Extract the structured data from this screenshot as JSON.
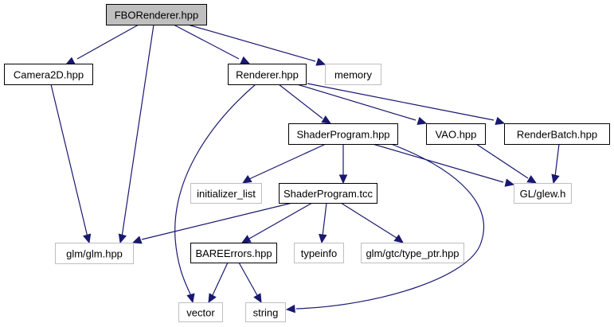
{
  "graph": {
    "edge_color": "#191970",
    "root_fill": "#bfbfbf",
    "nodes": [
      {
        "id": "fbo",
        "label": "FBORenderer.hpp",
        "kind": "root"
      },
      {
        "id": "cam",
        "label": "Camera2D.hpp",
        "kind": "documented"
      },
      {
        "id": "ren",
        "label": "Renderer.hpp",
        "kind": "documented"
      },
      {
        "id": "mem",
        "label": "memory",
        "kind": "external"
      },
      {
        "id": "sph",
        "label": "ShaderProgram.hpp",
        "kind": "documented"
      },
      {
        "id": "vao",
        "label": "VAO.hpp",
        "kind": "documented"
      },
      {
        "id": "rb",
        "label": "RenderBatch.hpp",
        "kind": "documented"
      },
      {
        "id": "il",
        "label": "initializer_list",
        "kind": "external"
      },
      {
        "id": "spt",
        "label": "ShaderProgram.tcc",
        "kind": "documented"
      },
      {
        "id": "glew",
        "label": "GL/glew.h",
        "kind": "external"
      },
      {
        "id": "glm",
        "label": "glm/glm.hpp",
        "kind": "external"
      },
      {
        "id": "bare",
        "label": "BAREErrors.hpp",
        "kind": "documented"
      },
      {
        "id": "ti",
        "label": "typeinfo",
        "kind": "external"
      },
      {
        "id": "tp",
        "label": "glm/gtc/type_ptr.hpp",
        "kind": "external"
      },
      {
        "id": "vec",
        "label": "vector",
        "kind": "external"
      },
      {
        "id": "str",
        "label": "string",
        "kind": "external"
      }
    ],
    "edges": [
      {
        "from": "fbo",
        "to": "cam"
      },
      {
        "from": "fbo",
        "to": "glm"
      },
      {
        "from": "fbo",
        "to": "ren"
      },
      {
        "from": "fbo",
        "to": "mem"
      },
      {
        "from": "cam",
        "to": "glm"
      },
      {
        "from": "ren",
        "to": "vec"
      },
      {
        "from": "ren",
        "to": "sph"
      },
      {
        "from": "ren",
        "to": "vao"
      },
      {
        "from": "ren",
        "to": "rb"
      },
      {
        "from": "sph",
        "to": "il"
      },
      {
        "from": "sph",
        "to": "spt"
      },
      {
        "from": "sph",
        "to": "glew"
      },
      {
        "from": "sph",
        "to": "str"
      },
      {
        "from": "vao",
        "to": "glew"
      },
      {
        "from": "rb",
        "to": "glew"
      },
      {
        "from": "spt",
        "to": "glm"
      },
      {
        "from": "spt",
        "to": "bare"
      },
      {
        "from": "spt",
        "to": "ti"
      },
      {
        "from": "spt",
        "to": "tp"
      },
      {
        "from": "bare",
        "to": "vec"
      },
      {
        "from": "bare",
        "to": "str"
      }
    ]
  }
}
